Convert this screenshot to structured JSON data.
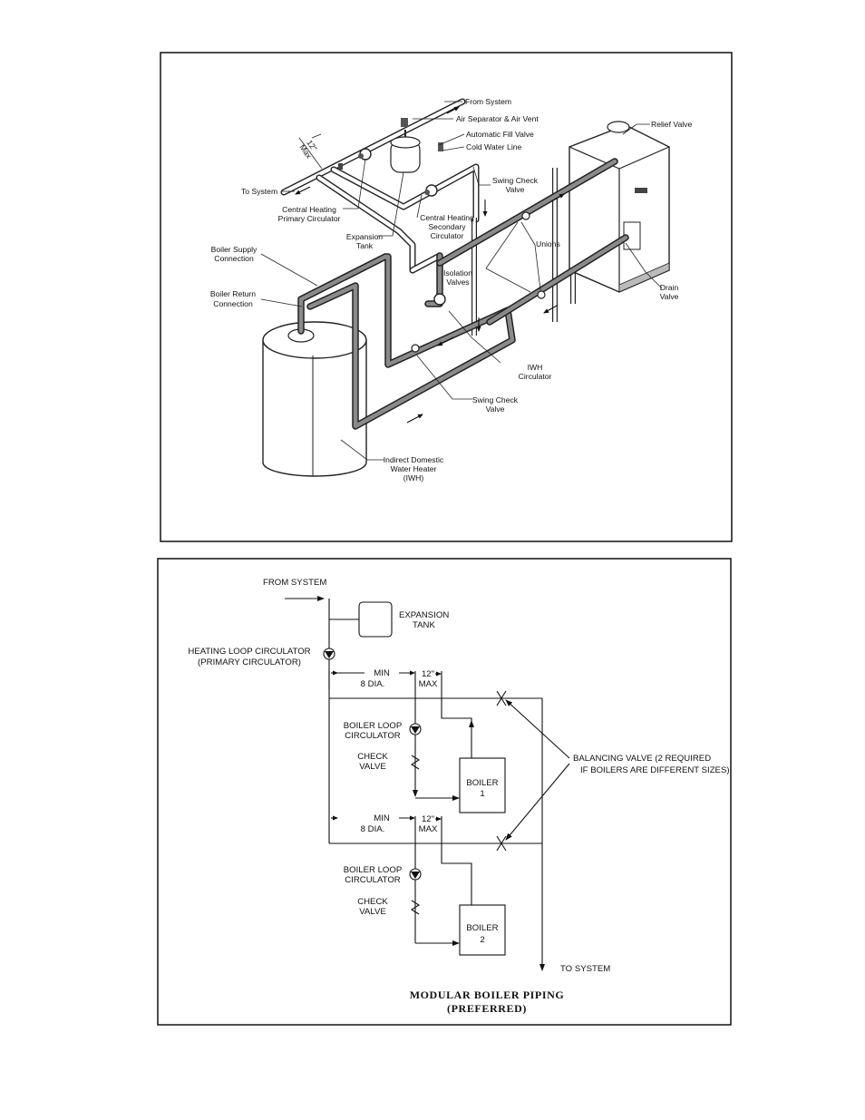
{
  "top_diagram": {
    "labels": {
      "from_system": "From System",
      "air_separator": "Air Separator & Air Vent",
      "auto_fill_valve": "Automatic Fill Valve",
      "cold_water_line": "Cold Water Line",
      "relief_valve": "Relief Valve",
      "twelve_in": "12\"",
      "max": "Max",
      "to_system": "To System",
      "swing_check_1": "Swing Check",
      "swing_check_1b": "Valve",
      "ch_primary_1": "Central Heating",
      "ch_primary_2": "Primary Circulator",
      "ch_secondary_1": "Central Heating",
      "ch_secondary_2": "Secondary",
      "ch_secondary_3": "Circulator",
      "expansion_1": "Expansion",
      "expansion_2": "Tank",
      "unions": "Unions",
      "boiler_supply_1": "Boiler Supply",
      "boiler_supply_2": "Connection",
      "isolation_1": "Isolation",
      "isolation_2": "Valves",
      "drain_1": "Drain",
      "drain_2": "Valve",
      "boiler_return_1": "Boiler Return",
      "boiler_return_2": "Connection",
      "iwh_circ_1": "IWH",
      "iwh_circ_2": "Circulator",
      "swing_check_2": "Swing Check",
      "swing_check_2b": "Valve",
      "iwh_1": "Indirect Domestic",
      "iwh_2": "Water Heater",
      "iwh_3": "(IWH)"
    }
  },
  "bottom_diagram": {
    "labels": {
      "from_system": "FROM SYSTEM",
      "expansion_1": "EXPANSION",
      "expansion_2": "TANK",
      "heating_loop_1": "HEATING LOOP CIRCULATOR",
      "heating_loop_2": "(PRIMARY CIRCULATOR)",
      "min_1": "MIN",
      "dia_1": "8 DIA.",
      "twelve_1": "12\"",
      "max_1": "MAX",
      "boiler_loop_1a": "BOILER LOOP",
      "boiler_loop_1b": "CIRCULATOR",
      "check_1a": "CHECK",
      "check_1b": "VALVE",
      "boiler1_a": "BOILER",
      "boiler1_b": "1",
      "balancing_1": "BALANCING VALVE (2 REQUIRED",
      "balancing_2": "IF BOILERS ARE DIFFERENT SIZES)",
      "min_2": "MIN",
      "dia_2": "8 DIA.",
      "twelve_2": "12\"",
      "max_2": "MAX",
      "boiler_loop_2a": "BOILER LOOP",
      "boiler_loop_2b": "CIRCULATOR",
      "check_2a": "CHECK",
      "check_2b": "VALVE",
      "boiler2_a": "BOILER",
      "boiler2_b": "2",
      "to_system": "TO SYSTEM",
      "title_1": "MODULAR BOILER PIPING",
      "title_2": "(PREFERRED)"
    }
  }
}
